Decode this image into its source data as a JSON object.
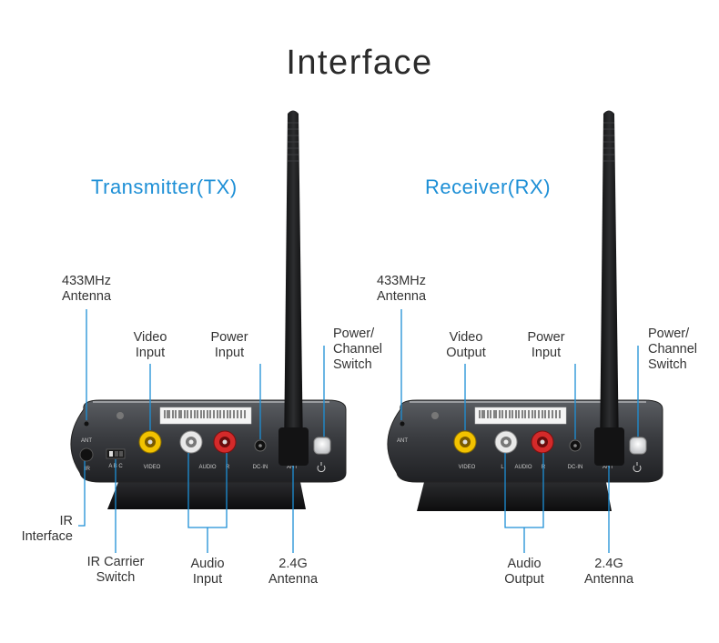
{
  "title": "Interface",
  "transmitter": {
    "heading": "Transmitter(TX)",
    "labels": {
      "antenna433": [
        "433MHz",
        "Antenna"
      ],
      "video": [
        "Video",
        "Input"
      ],
      "power": [
        "Power",
        "Input"
      ],
      "switch": [
        "Power/",
        "Channel",
        "Switch"
      ],
      "ir": [
        "IR",
        "Interface"
      ],
      "ir_carrier": [
        "IR Carrier",
        "Switch"
      ],
      "audio": [
        "Audio",
        "Input"
      ],
      "antenna24": [
        "2.4G",
        "Antenna"
      ]
    },
    "panel_text": {
      "ant": "ANT",
      "ir": "IR",
      "abc": "A  B  C",
      "video": "VIDEO",
      "audio": "AUDIO",
      "r": "R",
      "dcin": "DC-IN",
      "ant2": "ANT"
    }
  },
  "receiver": {
    "heading": "Receiver(RX)",
    "labels": {
      "antenna433": [
        "433MHz",
        "Antenna"
      ],
      "video": [
        "Video",
        "Output"
      ],
      "power": [
        "Power",
        "Input"
      ],
      "switch": [
        "Power/",
        "Channel",
        "Switch"
      ],
      "audio": [
        "Audio",
        "Output"
      ],
      "antenna24": [
        "2.4G",
        "Antenna"
      ]
    },
    "panel_text": {
      "ant": "ANT",
      "video": "VIDEO",
      "l": "L",
      "audio": "AUDIO",
      "r": "R",
      "dcin": "DC-IN",
      "ant2": "ANT"
    }
  },
  "colors": {
    "heading": "#1d8fd6",
    "leader": "#1d8fd6",
    "device_body": "#3a3c40",
    "rca_yellow": "#f2c200",
    "rca_white": "#e8e8e8",
    "rca_red": "#d42a2a"
  }
}
